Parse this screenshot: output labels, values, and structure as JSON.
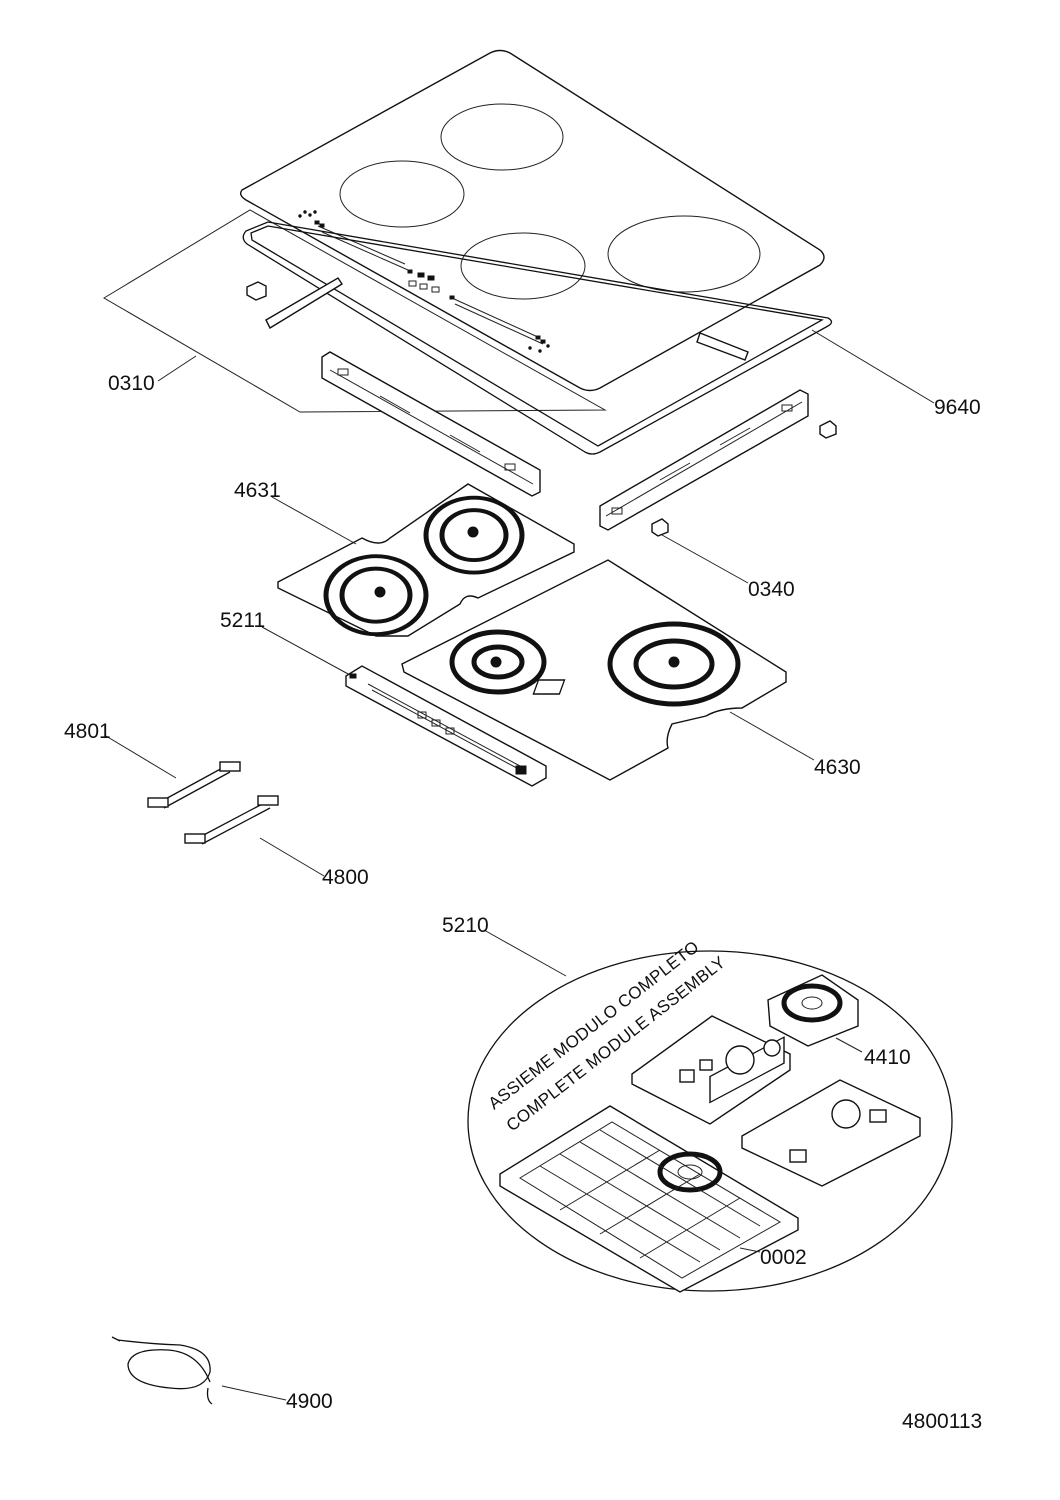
{
  "diagram": {
    "labels": {
      "p0310": "0310",
      "p9640": "9640",
      "p4631": "4631",
      "p0340": "0340",
      "p5211": "5211",
      "p4630": "4630",
      "p4801": "4801",
      "p4800": "4800",
      "p5210": "5210",
      "p4410": "4410",
      "p0002": "0002",
      "p4900": "4900"
    },
    "assembly_text_it": "ASSIEME MODULO COMPLETO",
    "assembly_text_en": "COMPLETE MODULE ASSEMBLY",
    "drawing_number": "4800113",
    "colors": {
      "line": "#111111",
      "background": "#ffffff"
    }
  }
}
